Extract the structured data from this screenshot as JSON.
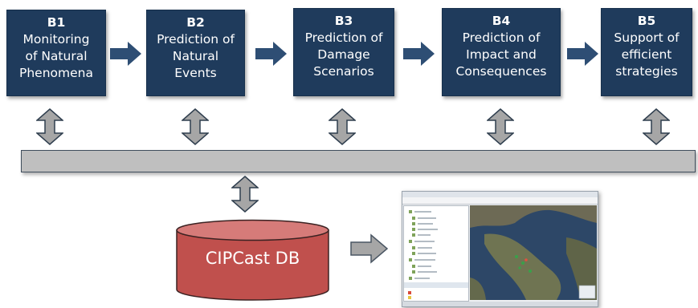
{
  "process_boxes": [
    {
      "code": "B1",
      "text": "Monitoring\nof Natural\nPhenomena"
    },
    {
      "code": "B2",
      "text": "Prediction of\nNatural\nEvents"
    },
    {
      "code": "B3",
      "text": "Prediction of\nDamage\nScenarios"
    },
    {
      "code": "B4",
      "text": "Prediction of\nImpact and\nConsequences"
    },
    {
      "code": "B5",
      "text": "Support of\nefficient\nstrategies"
    }
  ],
  "database": {
    "label": "CIPCast DB"
  },
  "colors": {
    "box_fill": "#1f3b5c",
    "arrow_fill": "#2e4e74",
    "gray_arrow": "#a6a6a6",
    "bus_fill": "#bfbfbf",
    "db_fill": "#c0504d"
  },
  "icons": {
    "flow_arrow": "right-arrow-icon",
    "link_arrow": "double-vertical-arrow-icon",
    "output_arrow": "gray-right-arrow-icon"
  }
}
